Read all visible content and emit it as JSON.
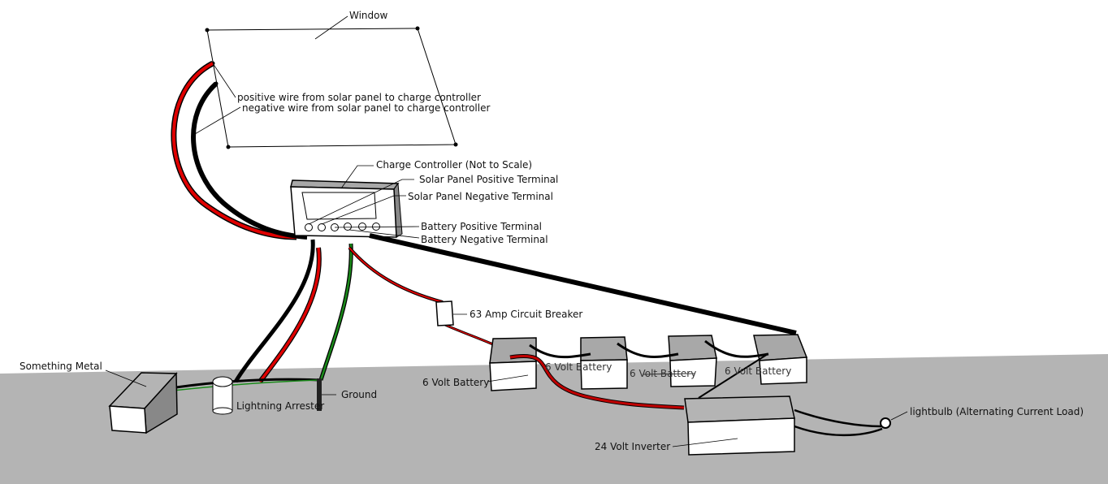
{
  "diagram": {
    "labels": {
      "window": "Window",
      "positive_wire": "positive wire from solar panel to charge controller",
      "negative_wire": "negative wire from solar panel to charge controller",
      "charge_controller": "Charge Controller (Not to Scale)",
      "solar_pos": "Solar Panel Positive Terminal",
      "solar_neg": "Solar Panel Negative Terminal",
      "battery_pos": "Battery Positive Terminal",
      "battery_neg": "Battery Negative Terminal",
      "breaker": "63 Amp Circuit Breaker",
      "battery1": "6 Volt Battery",
      "battery2": "6 Volt Battery",
      "battery3": "6 Volt Battery",
      "battery4": "6 Volt Battery",
      "something_metal": "Something Metal",
      "lightning_arrester": "Lightning Arrester",
      "ground": "Ground",
      "inverter": "24 Volt Inverter",
      "lightbulb": "lightbulb (Alternating Current Load)"
    },
    "colors": {
      "floor": "#b4b4b4",
      "positive_wire": "#e00000",
      "negative_wire": "#000000",
      "ground_wire": "#1a8a1a",
      "box_top": "#a8a8a8"
    }
  }
}
